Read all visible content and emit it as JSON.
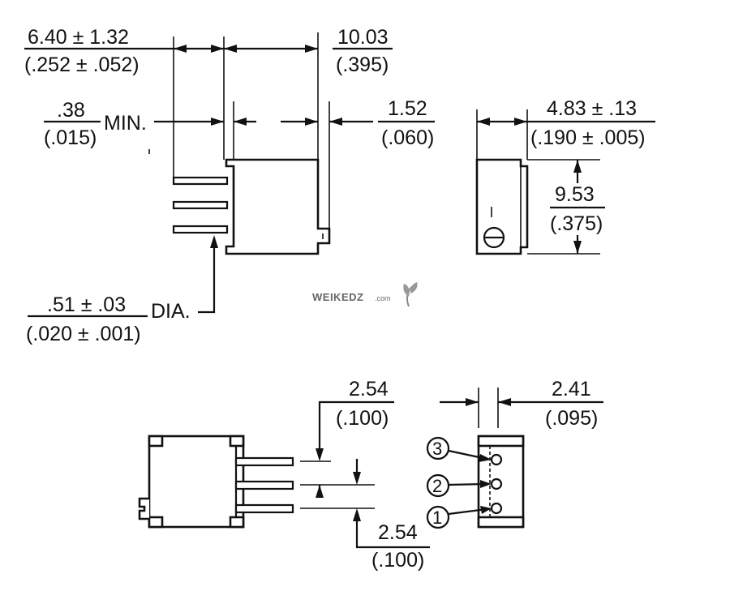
{
  "dimensions": {
    "d1": {
      "metric": "6.40 ± 1.32",
      "imperial": "(.252 ± .052)"
    },
    "d2": {
      "metric": "10.03",
      "imperial": "(.395)"
    },
    "d3": {
      "metric": ".38",
      "imperial": "(.015)",
      "suffix": "MIN."
    },
    "d4": {
      "metric": "1.52",
      "imperial": "(.060)"
    },
    "d5": {
      "metric": "4.83 ± .13",
      "imperial": "(.190 ± .005)"
    },
    "d6": {
      "metric": "9.53",
      "imperial": "(.375)"
    },
    "d7": {
      "metric": ".51 ± .03",
      "imperial": "(.020 ± .001)",
      "suffix": "DIA."
    },
    "d8": {
      "metric": "2.54",
      "imperial": "(.100)"
    },
    "d9": {
      "metric": "2.41",
      "imperial": "(.095)"
    },
    "d10": {
      "metric": "2.54",
      "imperial": "(.100)"
    }
  },
  "pins": [
    "3",
    "2",
    "1"
  ],
  "watermark": {
    "brand": "WEIKEDZ",
    "suffix": ".com"
  }
}
